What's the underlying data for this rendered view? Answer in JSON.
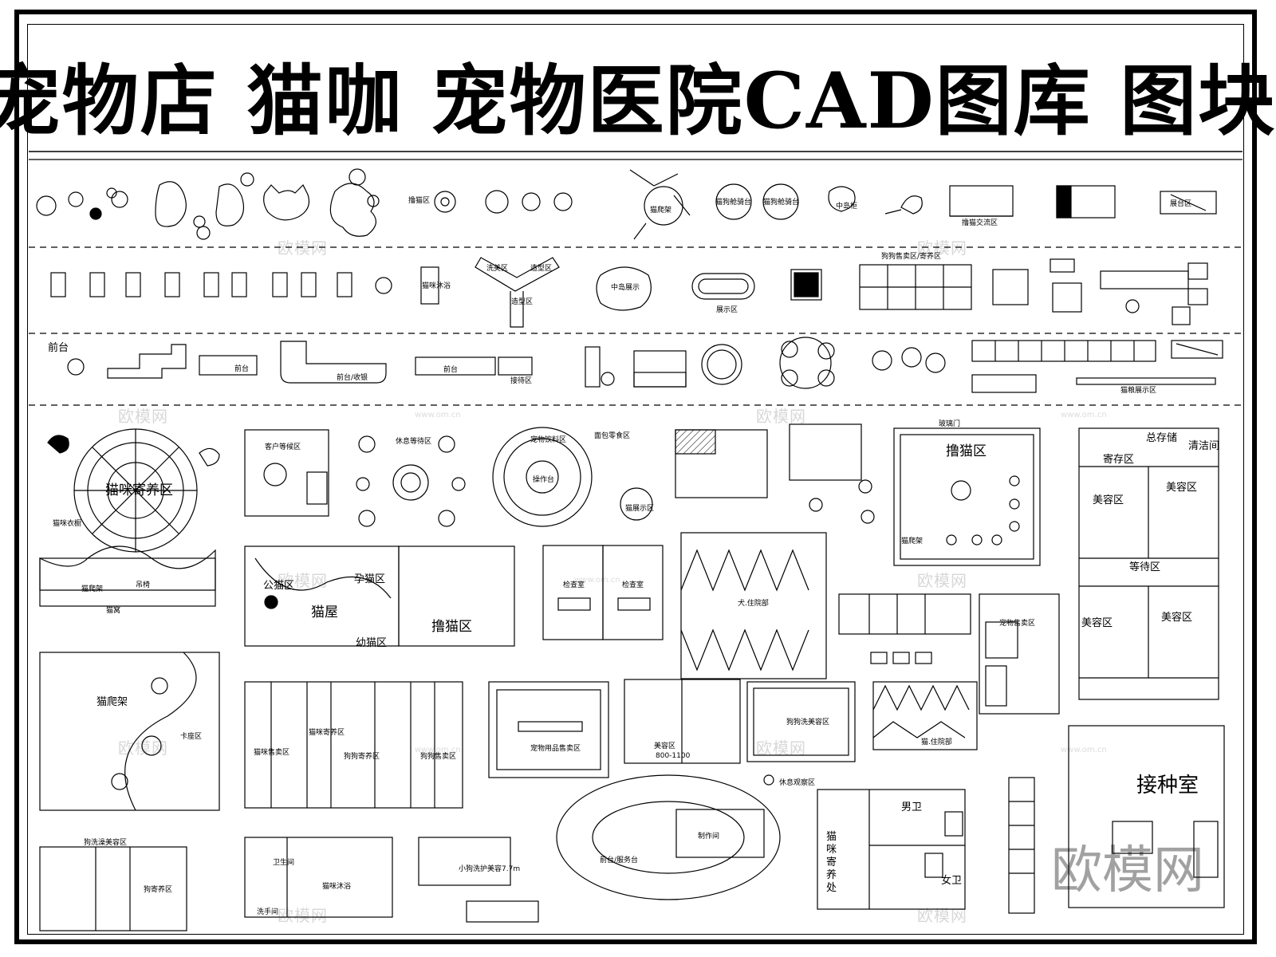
{
  "title": "宠物店 猫咖 宠物医院CAD图库 图块",
  "watermark": "欧模网",
  "watermark_url": "www.om.cn",
  "labels": {
    "cat_area": "撸猫区",
    "cat_climb_center": "猫爬架",
    "dog_grooming_a": "猫狗舱骑台",
    "dog_grooming_b": "猫狗舱骑台",
    "central_bench": "中岛柜",
    "cat_exchange": "撸猫交流区",
    "display_cabinet": "展台区",
    "dog_sales_boarding": "狗狗售卖区/寄养区",
    "bathing_area": "猫咪沐浴",
    "shaping_a": "洗美区",
    "shaping_b": "造型区",
    "shaping_c": "造型区",
    "central_island": "中岛展示",
    "display_area": "展示区",
    "front_desk": "前台",
    "front_desk_2": "前台",
    "front_cashier": "前台/收银",
    "front_desk_3": "前台",
    "pet_care_area": "接待区",
    "cat_display_area": "猫粮展示区",
    "cat_boarding": "猫咪寄养区",
    "cat_wardrobe": "猫咪衣橱",
    "customer_wait": "客户等候区",
    "rest_wait": "休息等待区",
    "snack_area": "面包零食区",
    "operation_table": "操作台",
    "pet_supplies": "宠物饮料区",
    "snack_display": "猫展示区",
    "glass_door": "玻璃门",
    "cat_area_big": "撸猫区",
    "cat_climb_side": "猫爬架",
    "storage": "总存储",
    "boarding_room": "寄存区",
    "cleaning": "清洁间",
    "grooming_1": "美容区",
    "grooming_2": "美容区",
    "waiting": "等待区",
    "grooming_3": "美容区",
    "grooming_4": "美容区",
    "cat_climb_left": "猫爬架",
    "hanging_bed": "吊椅",
    "cat_nest": "猫窝",
    "public_area": "公猫区",
    "pregnant_area": "孕猫区",
    "cat_house": "猫屋",
    "kitten_area": "幼猫区",
    "cat_area_2": "撸猫区",
    "check_room_1": "检查室",
    "check_room_2": "检查室",
    "big_dog_kennel": "犬.住院部",
    "small_kennel": "猫.住院部",
    "pet_shop_area": "宠物售卖区",
    "cat_climb_park": "猫爬架",
    "card_area": "卡座区",
    "cat_sales": "猫咪售卖区",
    "cat_boarding_2": "猫咪寄养区",
    "dog_boarding": "狗狗寄养区",
    "dog_sales": "狗狗售卖区",
    "pet_supplies_sales": "宠物用品售卖区",
    "grooming_hours": "美容区",
    "hours": "800-1100",
    "dog_wash_room": "狗狗洗美容区",
    "rest_observe": "休息观察区",
    "vaccination": "接种室",
    "male_wc": "男卫",
    "female_wc": "女卫",
    "cat_boarding_vert": "猫咪寄养处",
    "front_service": "前台/服务台",
    "prep_room": "制作间",
    "dog_wash_grooming": "狗洗澡美容区",
    "dog_boarding_small": "狗寄养区",
    "bathroom": "卫生间",
    "wash_area": "洗手间",
    "cat_bath": "猫咪沐浴",
    "small_pet": "小狗洗护美容7.7m"
  }
}
